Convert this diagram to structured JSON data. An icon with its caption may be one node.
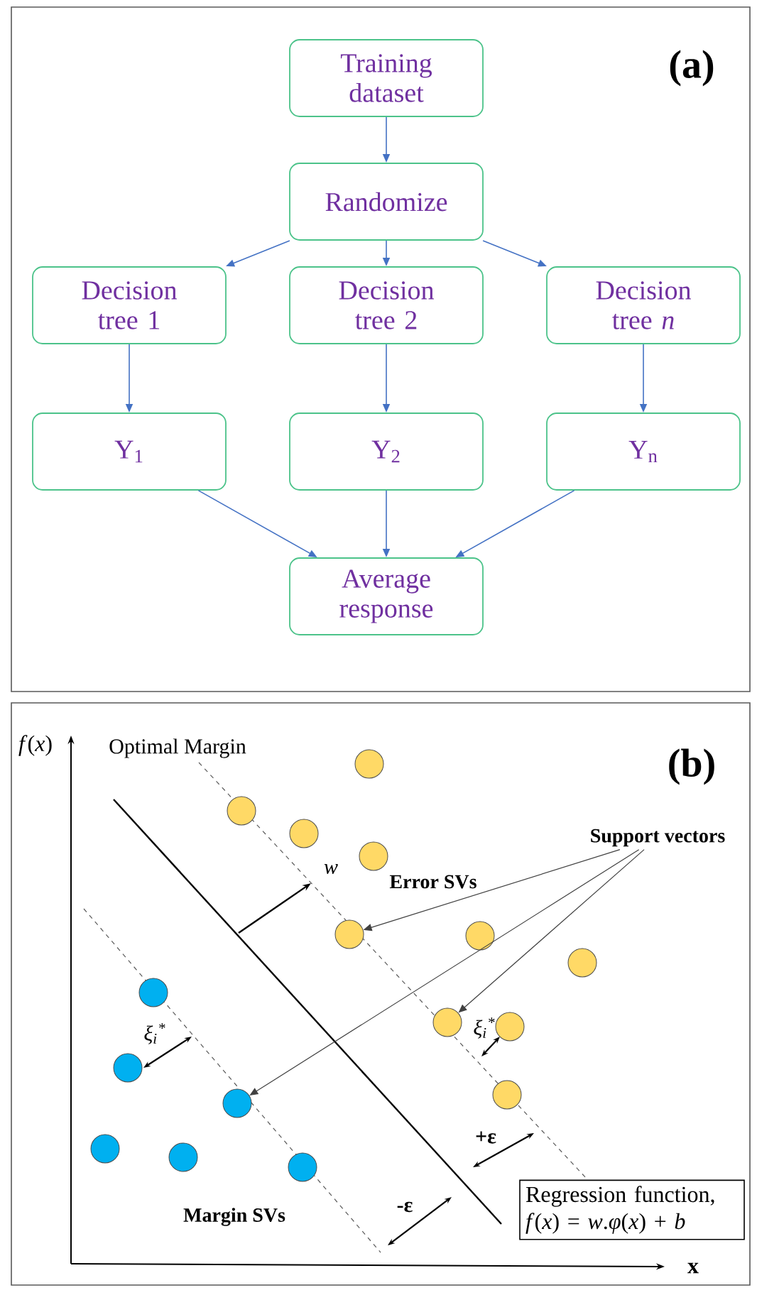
{
  "diagram": {
    "nodes": [
      {
        "text": [
          "Training dataset"
        ]
      },
      {
        "text": [
          "Randomize"
        ]
      },
      {
        "text": [
          "Decision tree 1"
        ]
      },
      {
        "text": [
          "Decision tree 2"
        ]
      },
      {
        "text": [
          "Decision tree *n*"
        ]
      },
      {
        "text": [
          "Y$_{1}$"
        ]
      },
      {
        "text": [
          "Y$_{2}$"
        ]
      },
      {
        "text": [
          "Y$_{n}$"
        ]
      },
      {
        "text": [
          "Average response"
        ]
      },
      {
        "text": [
          "Support vectors"
        ]
      },
      {
        "text": [],
        "shape": "circle"
      },
      {
        "text": [],
        "shape": "circle"
      },
      {
        "text": [],
        "shape": "circle"
      },
      {
        "text": [],
        "shape": "circle"
      },
      {
        "text": [],
        "shape": "circle"
      },
      {
        "text": [],
        "shape": "circle"
      },
      {
        "text": [],
        "shape": "circle"
      },
      {
        "text": [],
        "shape": "circle"
      },
      {
        "text": [],
        "shape": "circle"
      },
      {
        "text": [],
        "shape": "circle"
      },
      {
        "text": [],
        "shape": "circle"
      },
      {
        "text": [],
        "shape": "circle"
      },
      {
        "text": [],
        "shape": "circle"
      },
      {
        "text": [],
        "shape": "circle"
      },
      {
        "text": [],
        "shape": "circle"
      },
      {
        "text": [],
        "shape": "circle"
      },
      {
        "text": [
          "Regression function,",
          "*f*(*x*) = *w*.*φ*(*x*) + *b*"
        ]
      }
    ],
    "edges": [
      {
        "from": 0,
        "to": 1,
        "arrow": "to"
      },
      {
        "from": 1,
        "to": 2,
        "arrow": "to"
      },
      {
        "from": 1,
        "to": 3,
        "arrow": "to"
      },
      {
        "from": 1,
        "to": 4,
        "arrow": "to"
      },
      {
        "from": 2,
        "to": 5,
        "arrow": "to"
      },
      {
        "from": 3,
        "to": 6,
        "arrow": "to"
      },
      {
        "from": 4,
        "to": 7,
        "arrow": "to"
      },
      {
        "from": 5,
        "to": 8,
        "arrow": "to"
      },
      {
        "from": 6,
        "to": 8,
        "arrow": "to"
      },
      {
        "from": 7,
        "to": 8,
        "arrow": "to"
      },
      {
        "from": 9,
        "to": 14,
        "arrow": "to",
        "color": "#404040"
      },
      {
        "from": 9,
        "to": 18,
        "arrow": "to",
        "color": "#404040"
      },
      {
        "from": 9,
        "to": 22,
        "arrow": "to",
        "color": "#404040"
      }
    ],
    "labels": [
      "(a)",
      "*f*(*x*)",
      "Optimal Margin",
      "(b)",
      "*w*",
      "Error SVs",
      "ξ$_{i}$$^{*}$",
      "ξ$_{i}$$^{*}$",
      "+ε",
      "-ε",
      "Margin SVs",
      "x"
    ]
  }
}
